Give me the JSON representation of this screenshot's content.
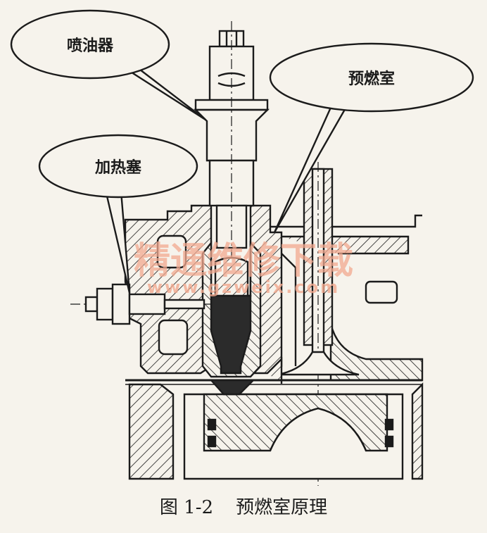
{
  "labels": {
    "injector": "喷油器",
    "prechamber": "预燃室",
    "glow_plug": "加热塞"
  },
  "caption": {
    "figure_no": "图 1-2",
    "title": "预燃室原理"
  },
  "watermark": {
    "cn": "精通维修下载",
    "url": "www.gzweix.com"
  },
  "colors": {
    "ink": "#1b1b1b",
    "paper": "#f6f3ec",
    "watermark": "#f2a98f"
  }
}
